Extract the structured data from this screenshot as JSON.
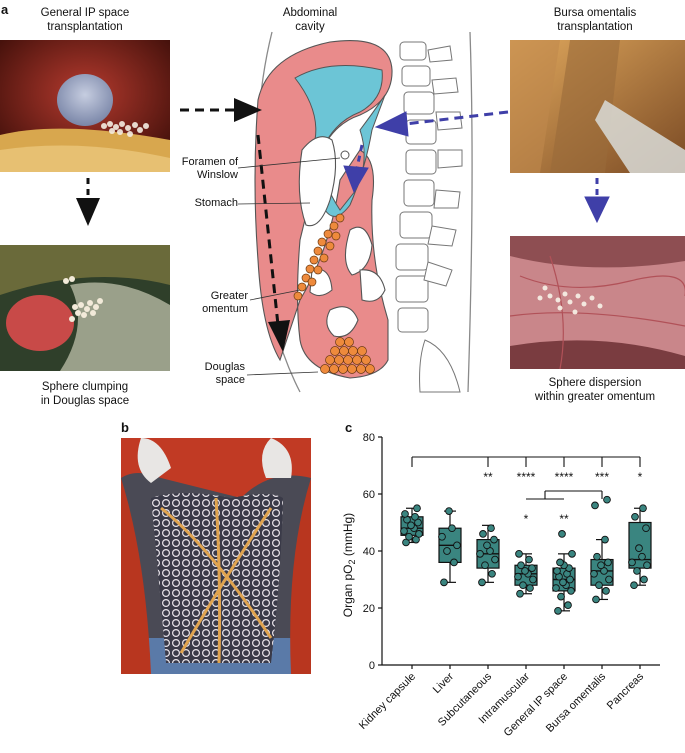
{
  "panels": {
    "a": {
      "letter": "a",
      "general_caption_line1": "General IP space",
      "general_caption_line2": "transplantation",
      "abdominal_line1": "Abdominal",
      "abdominal_line2": "cavity",
      "bursa_caption_line1": "Bursa omentalis",
      "bursa_caption_line2": "transplantation",
      "clumping_line1": "Sphere clumping",
      "clumping_line2": "in Douglas space",
      "dispersion_line1": "Sphere dispersion",
      "dispersion_line2": "within greater omentum",
      "labels": {
        "foramen_line1": "Foramen of",
        "foramen_line2": "Winslow",
        "stomach": "Stomach",
        "greater_line1": "Greater",
        "greater_line2": "omentum",
        "douglas_line1": "Douglas",
        "douglas_line2": "space"
      },
      "colors": {
        "peritoneal": "#e98b8b",
        "bursa": "#6cc5d6",
        "spheres": "#ee8a3c",
        "arrow_blue": "#3f3fa8"
      }
    },
    "b": {
      "letter": "b"
    },
    "c": {
      "letter": "c"
    }
  },
  "chart_data": {
    "type": "box",
    "ylabel_main": "Organ pO",
    "ylabel_sub": "2",
    "ylabel_unit": " (mmHg)",
    "ylim": [
      0,
      80
    ],
    "yticks": [
      "0",
      "20",
      "40",
      "60",
      "80"
    ],
    "categories": [
      "Kidney capsule",
      "Liver",
      "Subcutaneous",
      "Intramuscular",
      "General IP space",
      "Bursa omentalis",
      "Pancreas"
    ],
    "box_color": "#3a8580",
    "boxes": [
      {
        "min": 43,
        "q1": 45.5,
        "median": 48,
        "q3": 52,
        "max": 55,
        "points": [
          43,
          44,
          45,
          46,
          47,
          48,
          49,
          50,
          51,
          52,
          53,
          55
        ]
      },
      {
        "min": 29,
        "q1": 36,
        "median": 42,
        "q3": 48,
        "max": 54,
        "points": [
          29,
          36,
          40,
          42,
          45,
          48,
          54
        ]
      },
      {
        "min": 29,
        "q1": 34,
        "median": 39,
        "q3": 44,
        "max": 49,
        "points": [
          29,
          32,
          35,
          37,
          39,
          40,
          42,
          44,
          46,
          48
        ]
      },
      {
        "min": 25,
        "q1": 28,
        "median": 32,
        "q3": 35,
        "max": 39,
        "points": [
          25,
          27,
          28,
          30,
          31,
          32,
          33,
          34,
          35,
          37,
          39
        ]
      },
      {
        "min": 19,
        "q1": 26,
        "median": 30,
        "q3": 34,
        "max": 39,
        "points": [
          19,
          21,
          24,
          26,
          27,
          28,
          29,
          30,
          31,
          32,
          33,
          34,
          35,
          36,
          39,
          46
        ]
      },
      {
        "min": 23,
        "q1": 28,
        "median": 33,
        "q3": 37,
        "max": 44,
        "points": [
          23,
          26,
          28,
          30,
          32,
          33,
          35,
          36,
          38,
          44,
          56,
          58
        ]
      },
      {
        "min": 28,
        "q1": 34,
        "median": 37,
        "q3": 50,
        "max": 55,
        "points": [
          28,
          30,
          33,
          35,
          36,
          38,
          41,
          48,
          52,
          55
        ]
      }
    ],
    "significance_top": [
      "**",
      "****",
      "****",
      "***",
      "*"
    ],
    "significance_inner": [
      "*",
      "**"
    ]
  }
}
